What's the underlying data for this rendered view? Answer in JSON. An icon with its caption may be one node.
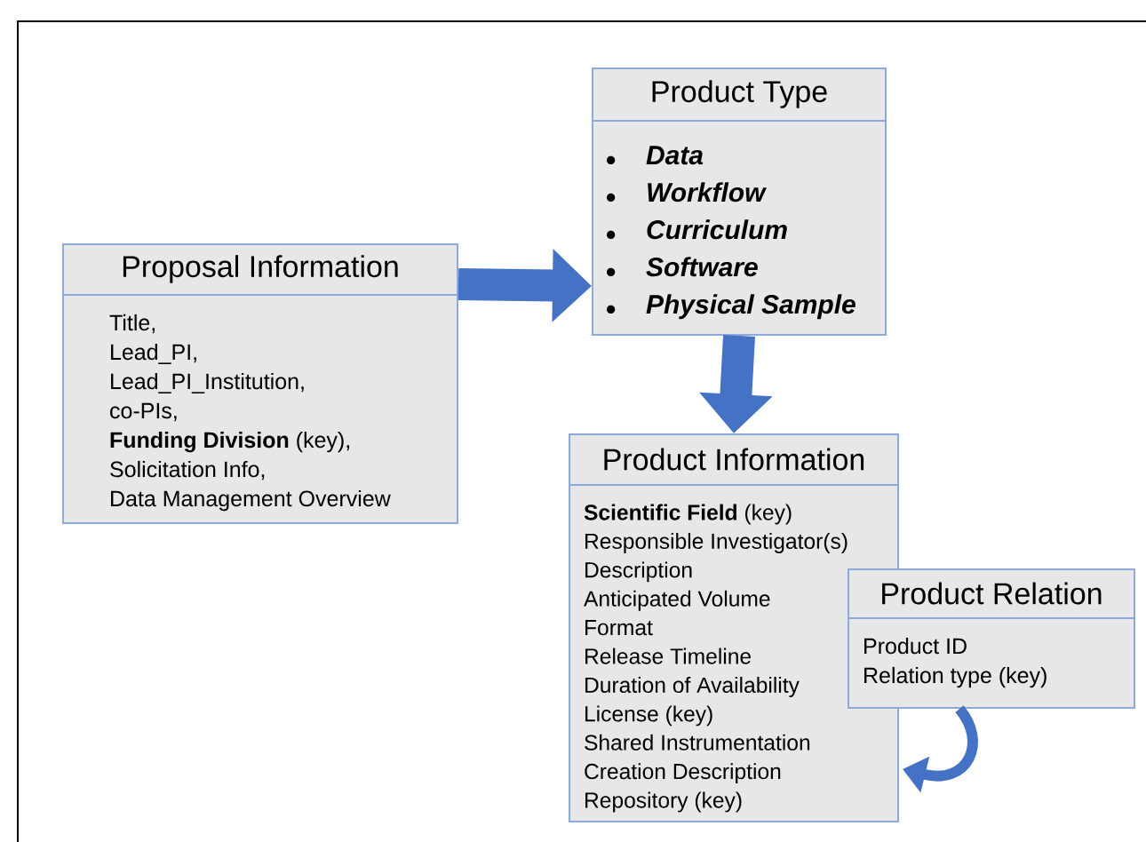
{
  "diagram": {
    "nodes": [
      {
        "text": [
          "Proposal Information",
          "Title,",
          "Lead_PI,",
          "Lead_PI_Institution,",
          "co-PIs,",
          "**Funding Division** (key),",
          "Solicitation Info,",
          "Data Management Overview"
        ]
      },
      {
        "text": [
          "Product Type",
          "Data",
          "Workflow",
          "Curriculum",
          "Software",
          "Physical Sample"
        ]
      },
      {
        "text": [
          "Product Information",
          "**Scientific Field** (key)",
          "Responsible Investigator(s)",
          "Description",
          "Anticipated Volume",
          "Format",
          "Release Timeline",
          "Duration of Availability",
          "License (key)",
          "Shared Instrumentation",
          "Creation Description",
          "Repository (key)"
        ]
      },
      {
        "text": [
          "Product Relation",
          "Product ID",
          "Relation type (key)"
        ]
      }
    ],
    "edges": [
      {
        "from": 0,
        "to": 1,
        "arrow": "to"
      },
      {
        "from": 1,
        "to": 2,
        "arrow": "to"
      },
      {
        "from": 3,
        "to": 2,
        "arrow": "to"
      }
    ]
  }
}
